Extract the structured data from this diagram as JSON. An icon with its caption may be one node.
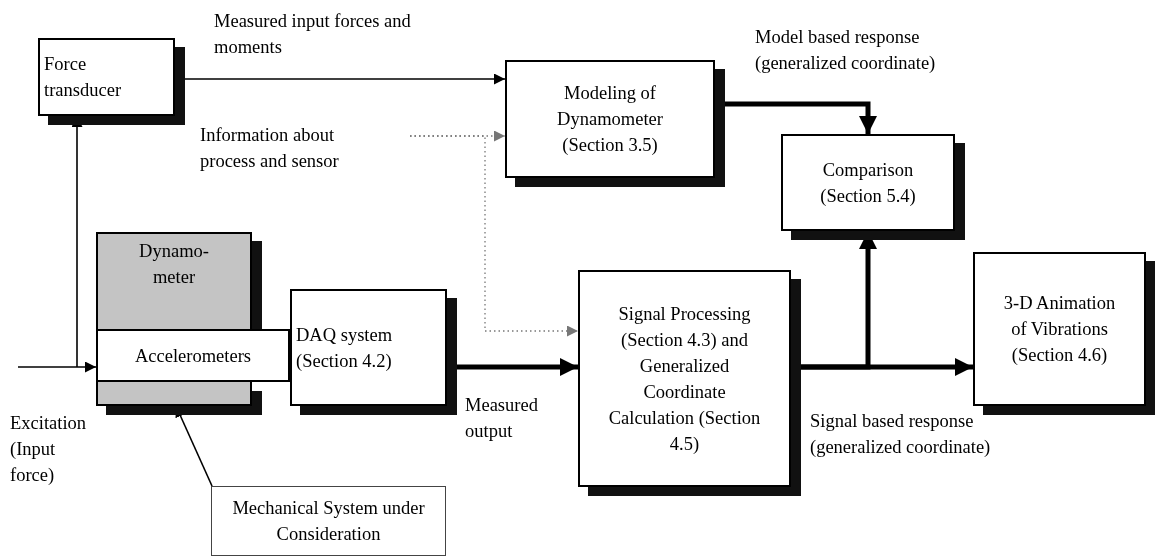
{
  "diagram": {
    "nodes": [
      {
        "text": [
          "Force transducer"
        ]
      },
      {
        "text": [
          "Modeling of Dynamometer (Section 3.5)"
        ]
      },
      {
        "text": [
          "Comparison (Section 5.4)"
        ]
      },
      {
        "text": [
          "Dynamo- meter"
        ]
      },
      {
        "text": [
          "Accelerometers"
        ]
      },
      {
        "text": [
          "DAQ system (Section 4.2)"
        ]
      },
      {
        "text": [
          "Signal Processing (Section 4.3) and Generalized Coordinate Calculation (Section 4.5)"
        ]
      },
      {
        "text": [
          "3-D Animation of Vibrations (Section 4.6)"
        ]
      },
      {
        "text": [
          "Mechanical System under Consideration"
        ]
      },
      {
        "text": [
          "Information about process and sensor"
        ]
      },
      {
        "text": [],
        "shape": "box"
      }
    ],
    "edges": [
      {
        "from": null,
        "to": 4,
        "arrow": "to"
      },
      {
        "from": null,
        "to": 0,
        "arrow": "to"
      },
      {
        "from": 0,
        "to": 1,
        "arrow": "to",
        "label": "Measured input forces and moments"
      },
      {
        "from": 9,
        "to": 1,
        "arrow": "to",
        "style": "dashed",
        "color": "#777777"
      },
      {
        "from": 9,
        "to": 6,
        "arrow": "to",
        "style": "dashed",
        "color": "#777777"
      },
      {
        "from": 1,
        "to": 2,
        "arrow": "to",
        "style": "thick",
        "label": "Model based response (generalized coordinate)"
      },
      {
        "from": 5,
        "to": 6,
        "arrow": "to",
        "style": "thick",
        "label": "Measured output"
      },
      {
        "from": 6,
        "to": 2,
        "arrow": "to",
        "style": "thick"
      },
      {
        "from": 6,
        "to": 7,
        "arrow": "to",
        "style": "thick",
        "label": "Signal based response (generalized coordinate)"
      },
      {
        "from": 8,
        "to": 10,
        "arrow": "to"
      }
    ],
    "labels": [
      "Excitation (Input force)"
    ]
  }
}
